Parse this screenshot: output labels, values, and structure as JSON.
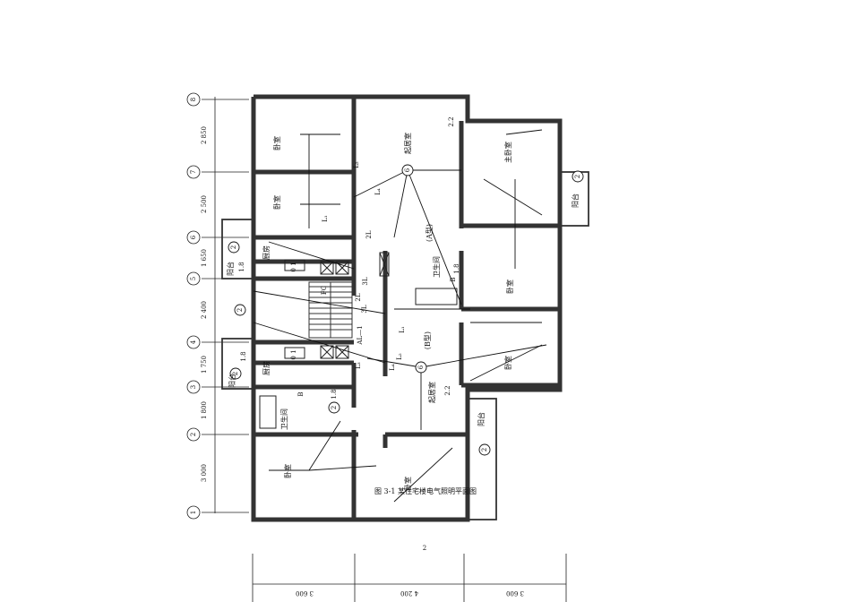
{
  "caption": "图 3-1  某住宅楼电气照明平面图",
  "page_number": "2",
  "grid_axes": [
    "8",
    "7",
    "6",
    "5",
    "4",
    "3",
    "2",
    "1"
  ],
  "vertical_dimensions": [
    "2 850",
    "2 500",
    "1 650",
    "2 400",
    "1 750",
    "1 800",
    "3 000"
  ],
  "bottom_dimensions": [
    "3 600",
    "4 200",
    "3 600"
  ],
  "rooms": {
    "bedroom_top": "卧室",
    "bedroom_top2": "卧室",
    "living_a": "起居室",
    "master_bedroom": "主卧室",
    "type_a": "(A型)",
    "balcony_left_top": "阳台",
    "kitchen_top": "厨房",
    "bathroom_top": "卫生间",
    "bedroom_right_mid": "卧室",
    "balcony_right_top": "阳台",
    "type_b": "(B型)",
    "bedroom_right_low": "卧室",
    "balcony_left_low": "阳台",
    "kitchen_low": "厨房",
    "bathroom_low": "卫生间",
    "living_b": "起居室",
    "balcony_right_low": "阳台",
    "bedroom_bottom_left": "卧室",
    "bedroom_bottom_mid": "卧室"
  },
  "labels": {
    "L1": "L₁",
    "L2": "L₂",
    "L3": "L₃",
    "L4": "L₄",
    "L1_low": "L₁",
    "L2_low": "L₂",
    "L4_low": "L₄",
    "2L": "2L",
    "3L_a": "3L",
    "2L_b": "2L",
    "3L_b": "3L",
    "FC": "FC",
    "AL1": "AL—1",
    "num_2_a": "2.2",
    "num_2_b": "2.2",
    "num_18_a": "1.8",
    "num_18_b": "1.8",
    "num_18_c": "1.8",
    "num_18_d": "1.8",
    "circle_6a": "6",
    "circle_6b": "6",
    "circle_2a": "2",
    "circle_2b": "2",
    "circle_2c": "2",
    "circle_2d": "2",
    "circle_2e": "2",
    "circle_2f": "2",
    "b_mark_a": "B",
    "b_mark_b": "B",
    "zero1_a": "0 1",
    "zero1_b": "0 1"
  }
}
